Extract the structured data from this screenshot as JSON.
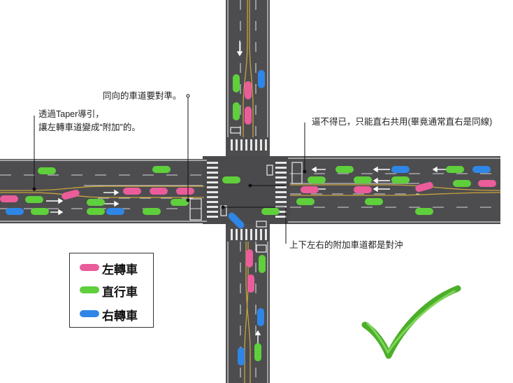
{
  "annotations": {
    "align_note": "同向的車道要對準。",
    "taper_line1": "透過Taper導引，",
    "taper_line2": "讓左轉車道變成“附加”的。",
    "shared_note": "逼不得已，只能直右共用(畢竟通常直右是同線)",
    "opposed_note": "上下左右的附加車道都是對沖"
  },
  "legend": [
    {
      "label": "左轉車",
      "color": "#ea5c9a"
    },
    {
      "label": "直行車",
      "color": "#5fcf3c"
    },
    {
      "label": "右轉車",
      "color": "#2f86e6"
    }
  ],
  "colors": {
    "road": "#4d4d50",
    "left_turn": "#ea5c9a",
    "through": "#5fcf3c",
    "right_turn": "#2f86e6",
    "centerline": "#c8a33a",
    "check": "#4caf2a"
  },
  "icons": [
    "checkmark-icon",
    "lane-arrow-icon"
  ]
}
